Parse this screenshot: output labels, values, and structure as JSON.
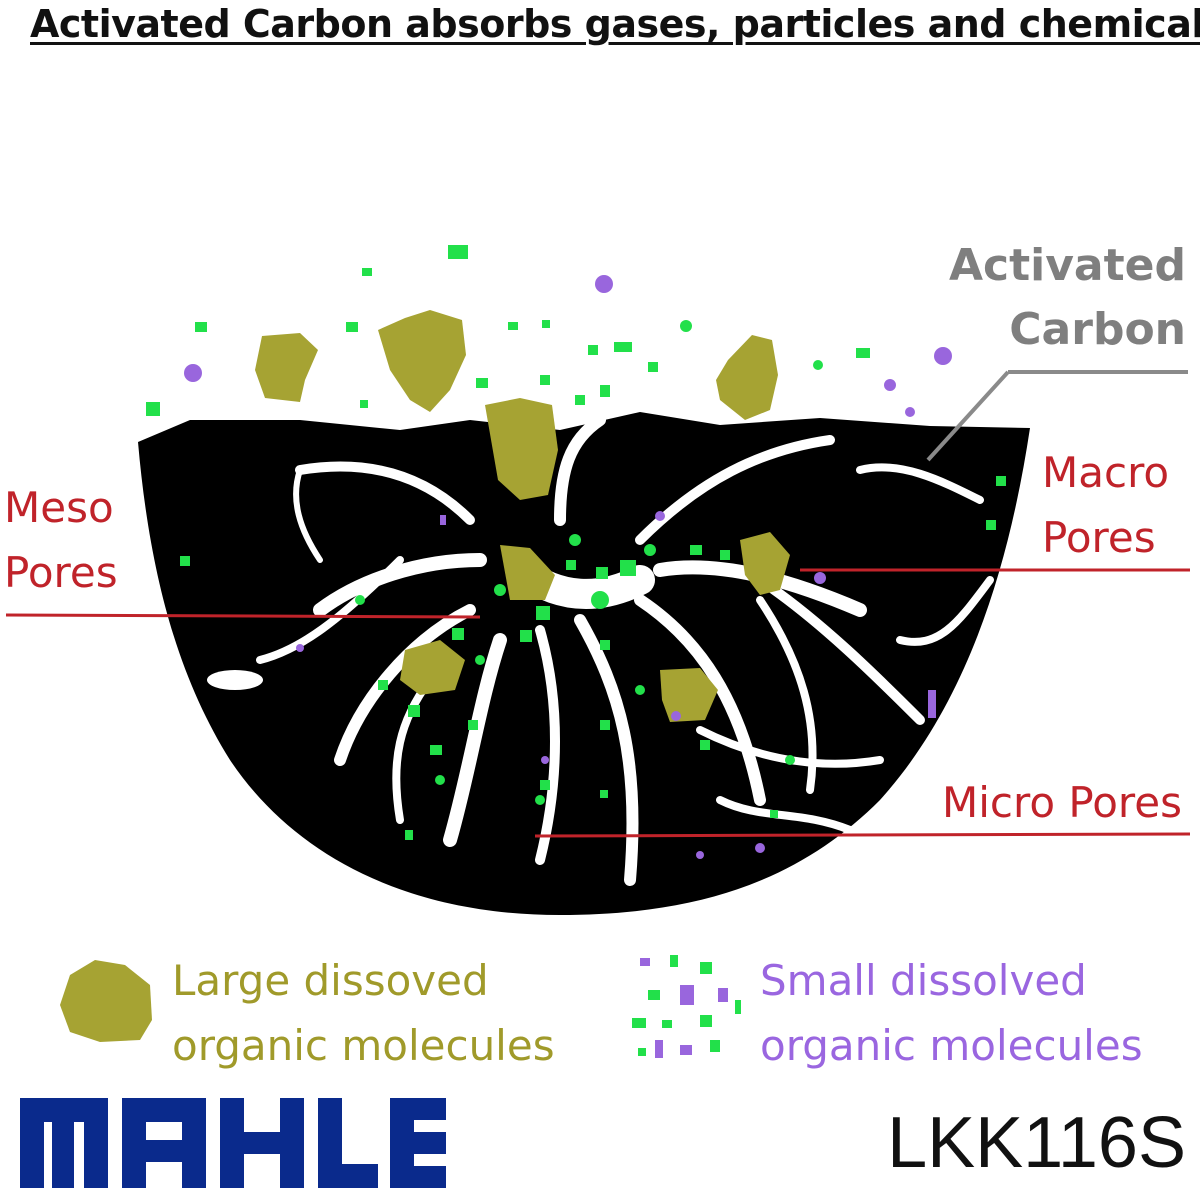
{
  "title": "Activated Carbon absorbs gases, particles and chemicals.",
  "labels": {
    "activated_carbon_line1": "Activated",
    "activated_carbon_line2": "Carbon",
    "macro_line1": "Macro",
    "macro_line2": "Pores",
    "meso_line1": "Meso",
    "meso_line2": "Pores",
    "micro": "Micro Pores"
  },
  "legend": {
    "large_line1": "Large dissoved",
    "large_line2": "organic molecules",
    "small_line1": "Small dissolved",
    "small_line2": "organic molecules"
  },
  "brand": {
    "logo_text": "MAHLE",
    "part_number": "LKK116S"
  },
  "colors": {
    "carbon": "#000000",
    "large_molecule": "#a6a333",
    "small_green": "#22e04a",
    "small_purple": "#9966dd",
    "label_red": "#c0232a",
    "label_gray": "#7f7f7f",
    "large_text": "#a09a2a",
    "small_text": "#9a66e0"
  }
}
